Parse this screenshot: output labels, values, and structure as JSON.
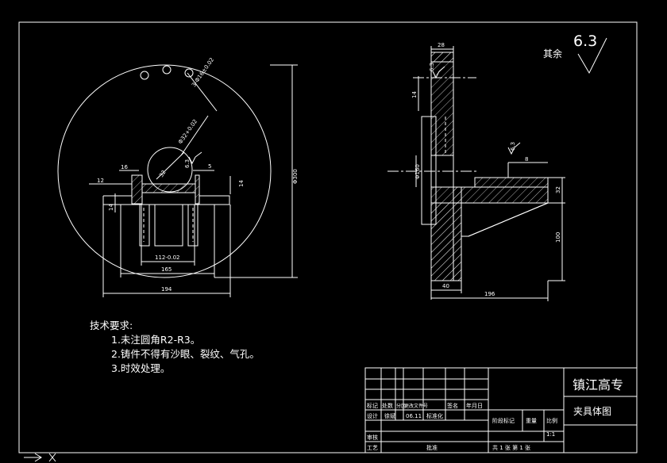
{
  "drawing": {
    "roughness_label": "其余",
    "roughness_value": "6.3",
    "front_view_dims": {
      "top_hole": "3-Φ16±0.02",
      "center_hole": "Φ32+0.02",
      "center_note": "32",
      "left_16": "16",
      "left_12": "12",
      "left_14": "14",
      "right_14": "14",
      "right_5": "5",
      "local_roughness": "6.3",
      "slot_width": "112-0.02",
      "width_165": "165",
      "width_194": "194",
      "diameter": "Φ300"
    },
    "side_view_dims": {
      "top_28": "28",
      "roughness_top": "6.3",
      "left_14": "14",
      "diameter_160": "Φ160",
      "roughness_mid": "6.3",
      "dim_8": "8",
      "dim_32": "32",
      "dim_100": "100",
      "dim_40": "40",
      "dim_196": "196"
    }
  },
  "tech_requirements": {
    "title": "技术要求:",
    "items": [
      "1.未注圆角R2-R3。",
      "2.铸件不得有沙眼、裂纹、气孔。",
      "3.时效处理。"
    ]
  },
  "title_block": {
    "school": "镇江高专",
    "drawing_name": "夹具体图",
    "row_labels": [
      "标记",
      "处数",
      "分区",
      "更改文件号",
      "签名",
      "年月日"
    ],
    "design_label": "设计",
    "designer": "徐斌",
    "date": "06.11",
    "standardization": "标准化",
    "stage_mark": "阶段标记",
    "weight": "重量",
    "scale_label": "比例",
    "scale_value": "1:1",
    "review": "审核",
    "process": "工艺",
    "approve": "批准",
    "sheet_info": "共 1 张 第 1 张"
  }
}
